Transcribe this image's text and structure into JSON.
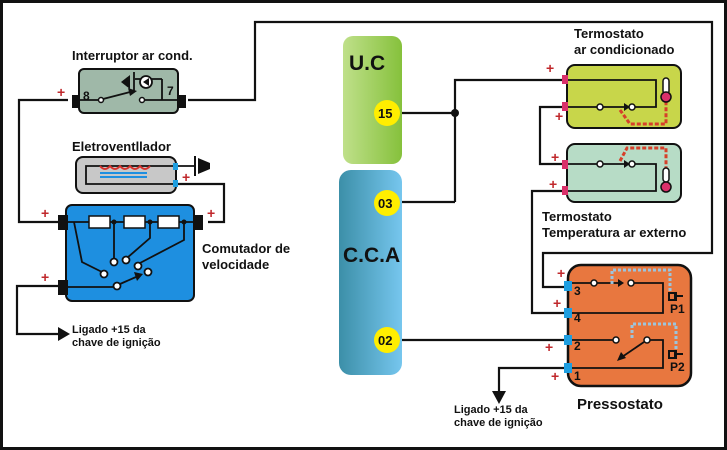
{
  "components": {
    "interruptor": {
      "label": "Interruptor ar cond.",
      "pin_left": "8",
      "pin_right": "7",
      "color": "#9fb8a8"
    },
    "eletroventilador": {
      "label": "Eletroventllador",
      "color": "#c8c8c8"
    },
    "comutador": {
      "label_line1": "Comutador de",
      "label_line2": "velocidade",
      "color": "#1e8fe0"
    },
    "ignicao_left": {
      "line1": "Ligado +15 da",
      "line2": "chave de ignição"
    },
    "uc": {
      "label": "U.C",
      "terminal": "15",
      "color": "#9ccc55"
    },
    "cca": {
      "label": "C.C.A",
      "terminal_top": "03",
      "terminal_bottom": "02",
      "color": "#5fb2dd"
    },
    "termostato_ac": {
      "line1": "Termostato",
      "line2": "ar condicionado",
      "color": "#c8d64a"
    },
    "termostato_ext": {
      "line1": "Termostato",
      "line2": "Temperatura ar externo",
      "color": "#b7dcc6"
    },
    "pressostato": {
      "label": "Pressostato",
      "pins": [
        "3",
        "4",
        "2",
        "1"
      ],
      "sensor1": "P1",
      "sensor2": "P2",
      "color": "#e8773f"
    },
    "ignicao_right": {
      "line1": "Ligado +15 da",
      "line2": "chave de ignição"
    }
  },
  "polarity_symbol": "+",
  "colors": {
    "terminal_yellow": "#ffee00",
    "polarity_red": "#c0282c",
    "connector_pink": "#d9306a",
    "connector_blue": "#1e9ee0",
    "dashed_red": "#d6402a",
    "dotted_blue": "#9cc4dc"
  }
}
